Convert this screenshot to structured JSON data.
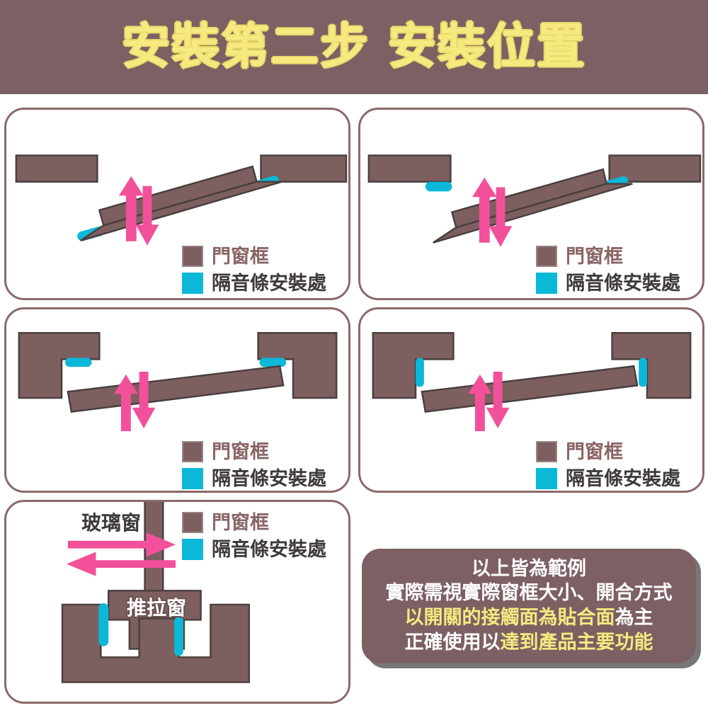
{
  "header": {
    "title": "安裝第二步 安裝位置",
    "bg_color": "#7d6064",
    "text_color": "#f5e97f"
  },
  "colors": {
    "frame": "#7d5f5f",
    "frame_stroke": "#4a3f3f",
    "seal": "#0cb8d8",
    "arrow": "#f2509a",
    "panel_border": "#8a6a6a",
    "accent_yellow": "#f5e97f",
    "note_bg": "#7d6064"
  },
  "legend": {
    "frame_label": "門窗框",
    "seal_label": "隔音條安裝處"
  },
  "panels": [
    {
      "id": "panel-top-left",
      "name": "hinged-door-seal-on-door-edge",
      "legend": {
        "frame_label": "門窗框",
        "seal_label": "隔音條安裝處"
      }
    },
    {
      "id": "panel-top-right",
      "name": "hinged-door-seal-on-frame-underside",
      "legend": {
        "frame_label": "門窗框",
        "seal_label": "隔音條安裝處"
      }
    },
    {
      "id": "panel-mid-left",
      "name": "rebated-frame-seal-on-horizontal-ledge",
      "legend": {
        "frame_label": "門窗框",
        "seal_label": "隔音條安裝處"
      }
    },
    {
      "id": "panel-mid-right",
      "name": "rebated-frame-seal-on-vertical-face",
      "legend": {
        "frame_label": "門窗框",
        "seal_label": "隔音條安裝處"
      }
    },
    {
      "id": "panel-bottom-left",
      "name": "sliding-window-seal-placement",
      "glass_label": "玻璃窗",
      "sliding_label": "推拉窗",
      "legend": {
        "frame_label": "門窗框",
        "seal_label": "隔音條安裝處"
      }
    }
  ],
  "note": {
    "lines": [
      {
        "segments": [
          {
            "text": "以上皆為範例",
            "highlight": false
          }
        ]
      },
      {
        "segments": [
          {
            "text": "實際需視實際窗框大小、開合方式",
            "highlight": false
          }
        ]
      },
      {
        "segments": [
          {
            "text": "以開關的接觸面為貼合面",
            "highlight": true
          },
          {
            "text": "為主",
            "highlight": false
          }
        ]
      },
      {
        "segments": [
          {
            "text": "正確使用以",
            "highlight": false
          },
          {
            "text": "達到產品主要功能",
            "highlight": true
          }
        ]
      }
    ]
  }
}
